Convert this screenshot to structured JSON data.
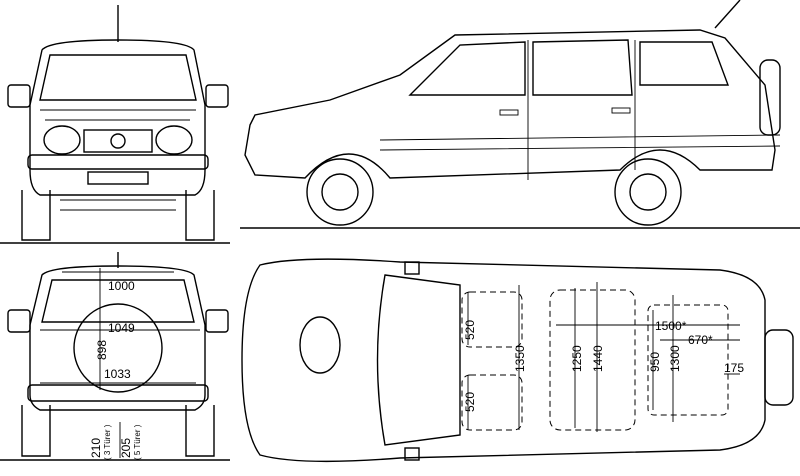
{
  "title": "Vehicle blueprint – front, side, rear and top views",
  "rear_view": {
    "dims": {
      "window_width": "1000",
      "body_width": "1049",
      "height": "898",
      "bumper_width": "1033",
      "clearance_3door": "210",
      "clearance_3door_note": "( 3 Türer )",
      "clearance_5door": "205",
      "clearance_5door_note": "( 5 Türer )"
    }
  },
  "top_view": {
    "dims": {
      "front_seat_left": "520",
      "front_seat_right": "520",
      "rear_width_front": "1350",
      "rear_seat_width": "1250",
      "interior_width": "1440",
      "cargo_width_inner": "950",
      "cargo_width": "1300",
      "cargo_length_max": "1500*",
      "cargo_length": "670*",
      "sill": "175"
    }
  }
}
